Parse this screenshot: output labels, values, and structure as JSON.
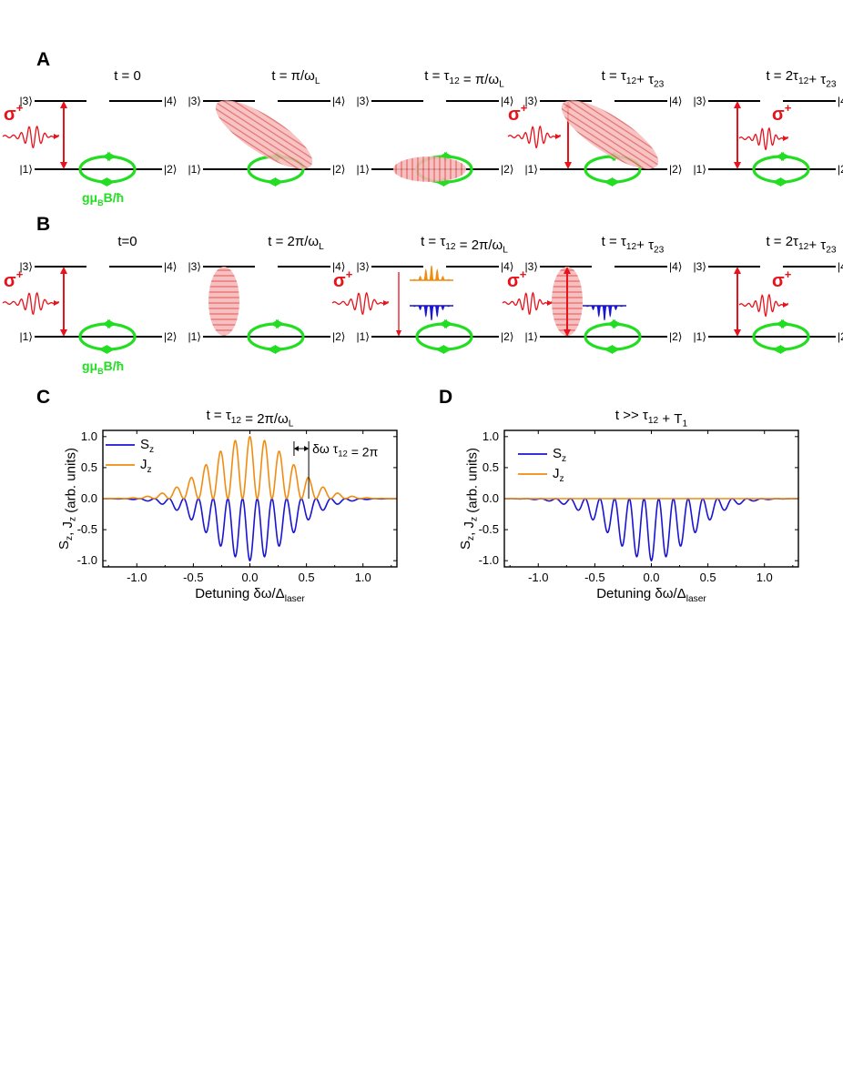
{
  "panel_labels": [
    "A",
    "B",
    "C",
    "D"
  ],
  "levels": {
    "l1": "|1⟩",
    "l2": "|2⟩",
    "l3": "|3⟩",
    "l4": "|4⟩"
  },
  "pulse": {
    "sigma": "σ",
    "plus": "+"
  },
  "zeeman": {
    "g": "gμ",
    "sub": "B",
    "rest": "B/ħ"
  },
  "rowA": {
    "titles": [
      {
        "main": "t = 0",
        "sub": "",
        "tail": ""
      },
      {
        "main": "t = π/ω",
        "sub": "L",
        "tail": ""
      },
      {
        "main": "t = τ",
        "sub": "12",
        "tail": " = π/ω",
        "sub2": "L"
      },
      {
        "main": "t = τ",
        "sub": "12",
        "tail": "+ τ",
        "sub2": "23"
      },
      {
        "main": "t = 2τ",
        "sub": "12",
        "tail": "+ τ",
        "sub2": "23"
      }
    ]
  },
  "rowB": {
    "titles": [
      {
        "main": "t=0",
        "sub": "",
        "tail": ""
      },
      {
        "main": "t = 2π/ω",
        "sub": "L",
        "tail": ""
      },
      {
        "main": "t = τ",
        "sub": "12",
        "tail": " = 2π/ω",
        "sub2": "L"
      },
      {
        "main": "t = τ",
        "sub": "12",
        "tail": "+ τ",
        "sub2": "23"
      },
      {
        "main": "t = 2τ",
        "sub": "12",
        "tail": "+ τ",
        "sub2": "23"
      }
    ]
  },
  "colors": {
    "red": "#e8121b",
    "green": "#22dd22",
    "blue": "#1a14d4",
    "orange": "#f08c10",
    "pink": "#f4a9a9"
  },
  "chart_data": [
    {
      "type": "line",
      "panel": "C",
      "title": "t = τ12 = 2π/ωL",
      "title_parts": {
        "main": "t = τ",
        "sub": "12",
        "tail": " = 2π/ω",
        "sub2": "L"
      },
      "xlabel": "Detuning δω/Δlaser",
      "xlabel_parts": {
        "main": "Detuning δω/Δ",
        "sub": "laser"
      },
      "ylabel": "Sz, Jz (arb. units)",
      "ylabel_parts": {
        "a": "S",
        "as": "z",
        "b": ", J",
        "bs": "z",
        "c": " (arb. units)"
      },
      "xlim": [
        -1.3,
        1.3
      ],
      "ylim": [
        -1.1,
        1.1
      ],
      "xticks": [
        "-1.0",
        "-0.5",
        "0.0",
        "0.5",
        "1.0"
      ],
      "yticks": [
        "1.0",
        "0.5",
        "0.0",
        "-0.5",
        "-1.0"
      ],
      "annotation": "δω τ12 = 2π",
      "annotation_parts": {
        "main": "δω τ",
        "sub": "12",
        "tail": " = 2π"
      },
      "legend": [
        {
          "name": "S",
          "sub": "z"
        },
        {
          "name": "J",
          "sub": "z"
        }
      ],
      "series": [
        {
          "name": "Sz",
          "color": "#1a14d4",
          "model": "-exp(-(x/0.5)^2) * (1+cos(2πx/0.13))/2",
          "x_range": [
            -1.3,
            1.3
          ]
        },
        {
          "name": "Jz",
          "color": "#f08c10",
          "model": "exp(-(x/0.5)^2) * (1+cos(2πx/0.13))/2",
          "x_range": [
            -1.3,
            1.3
          ]
        }
      ]
    },
    {
      "type": "line",
      "panel": "D",
      "title": "t >> τ12 + T1",
      "title_parts": {
        "main": "t >> τ",
        "sub": "12",
        "tail": " + T",
        "sub2": "1"
      },
      "xlabel": "Detuning δω/Δlaser",
      "xlabel_parts": {
        "main": "Detuning δω/Δ",
        "sub": "laser"
      },
      "ylabel": "Sz, Jz (arb. units)",
      "ylabel_parts": {
        "a": "S",
        "as": "z",
        "b": ", J",
        "bs": "z",
        "c": " (arb. units)"
      },
      "xlim": [
        -1.3,
        1.3
      ],
      "ylim": [
        -1.1,
        1.1
      ],
      "xticks": [
        "-1.0",
        "-0.5",
        "0.0",
        "0.5",
        "1.0"
      ],
      "yticks": [
        "1.0",
        "0.5",
        "0.0",
        "-0.5",
        "-1.0"
      ],
      "legend": [
        {
          "name": "S",
          "sub": "z"
        },
        {
          "name": "J",
          "sub": "z"
        }
      ],
      "series": [
        {
          "name": "Sz",
          "color": "#1a14d4",
          "model": "-exp(-(x/0.5)^2) * (1+cos(2πx/0.13))/2",
          "x_range": [
            -1.3,
            1.3
          ]
        },
        {
          "name": "Jz",
          "color": "#f08c10",
          "model": "0",
          "x_range": [
            -1.3,
            1.3
          ]
        }
      ]
    }
  ]
}
